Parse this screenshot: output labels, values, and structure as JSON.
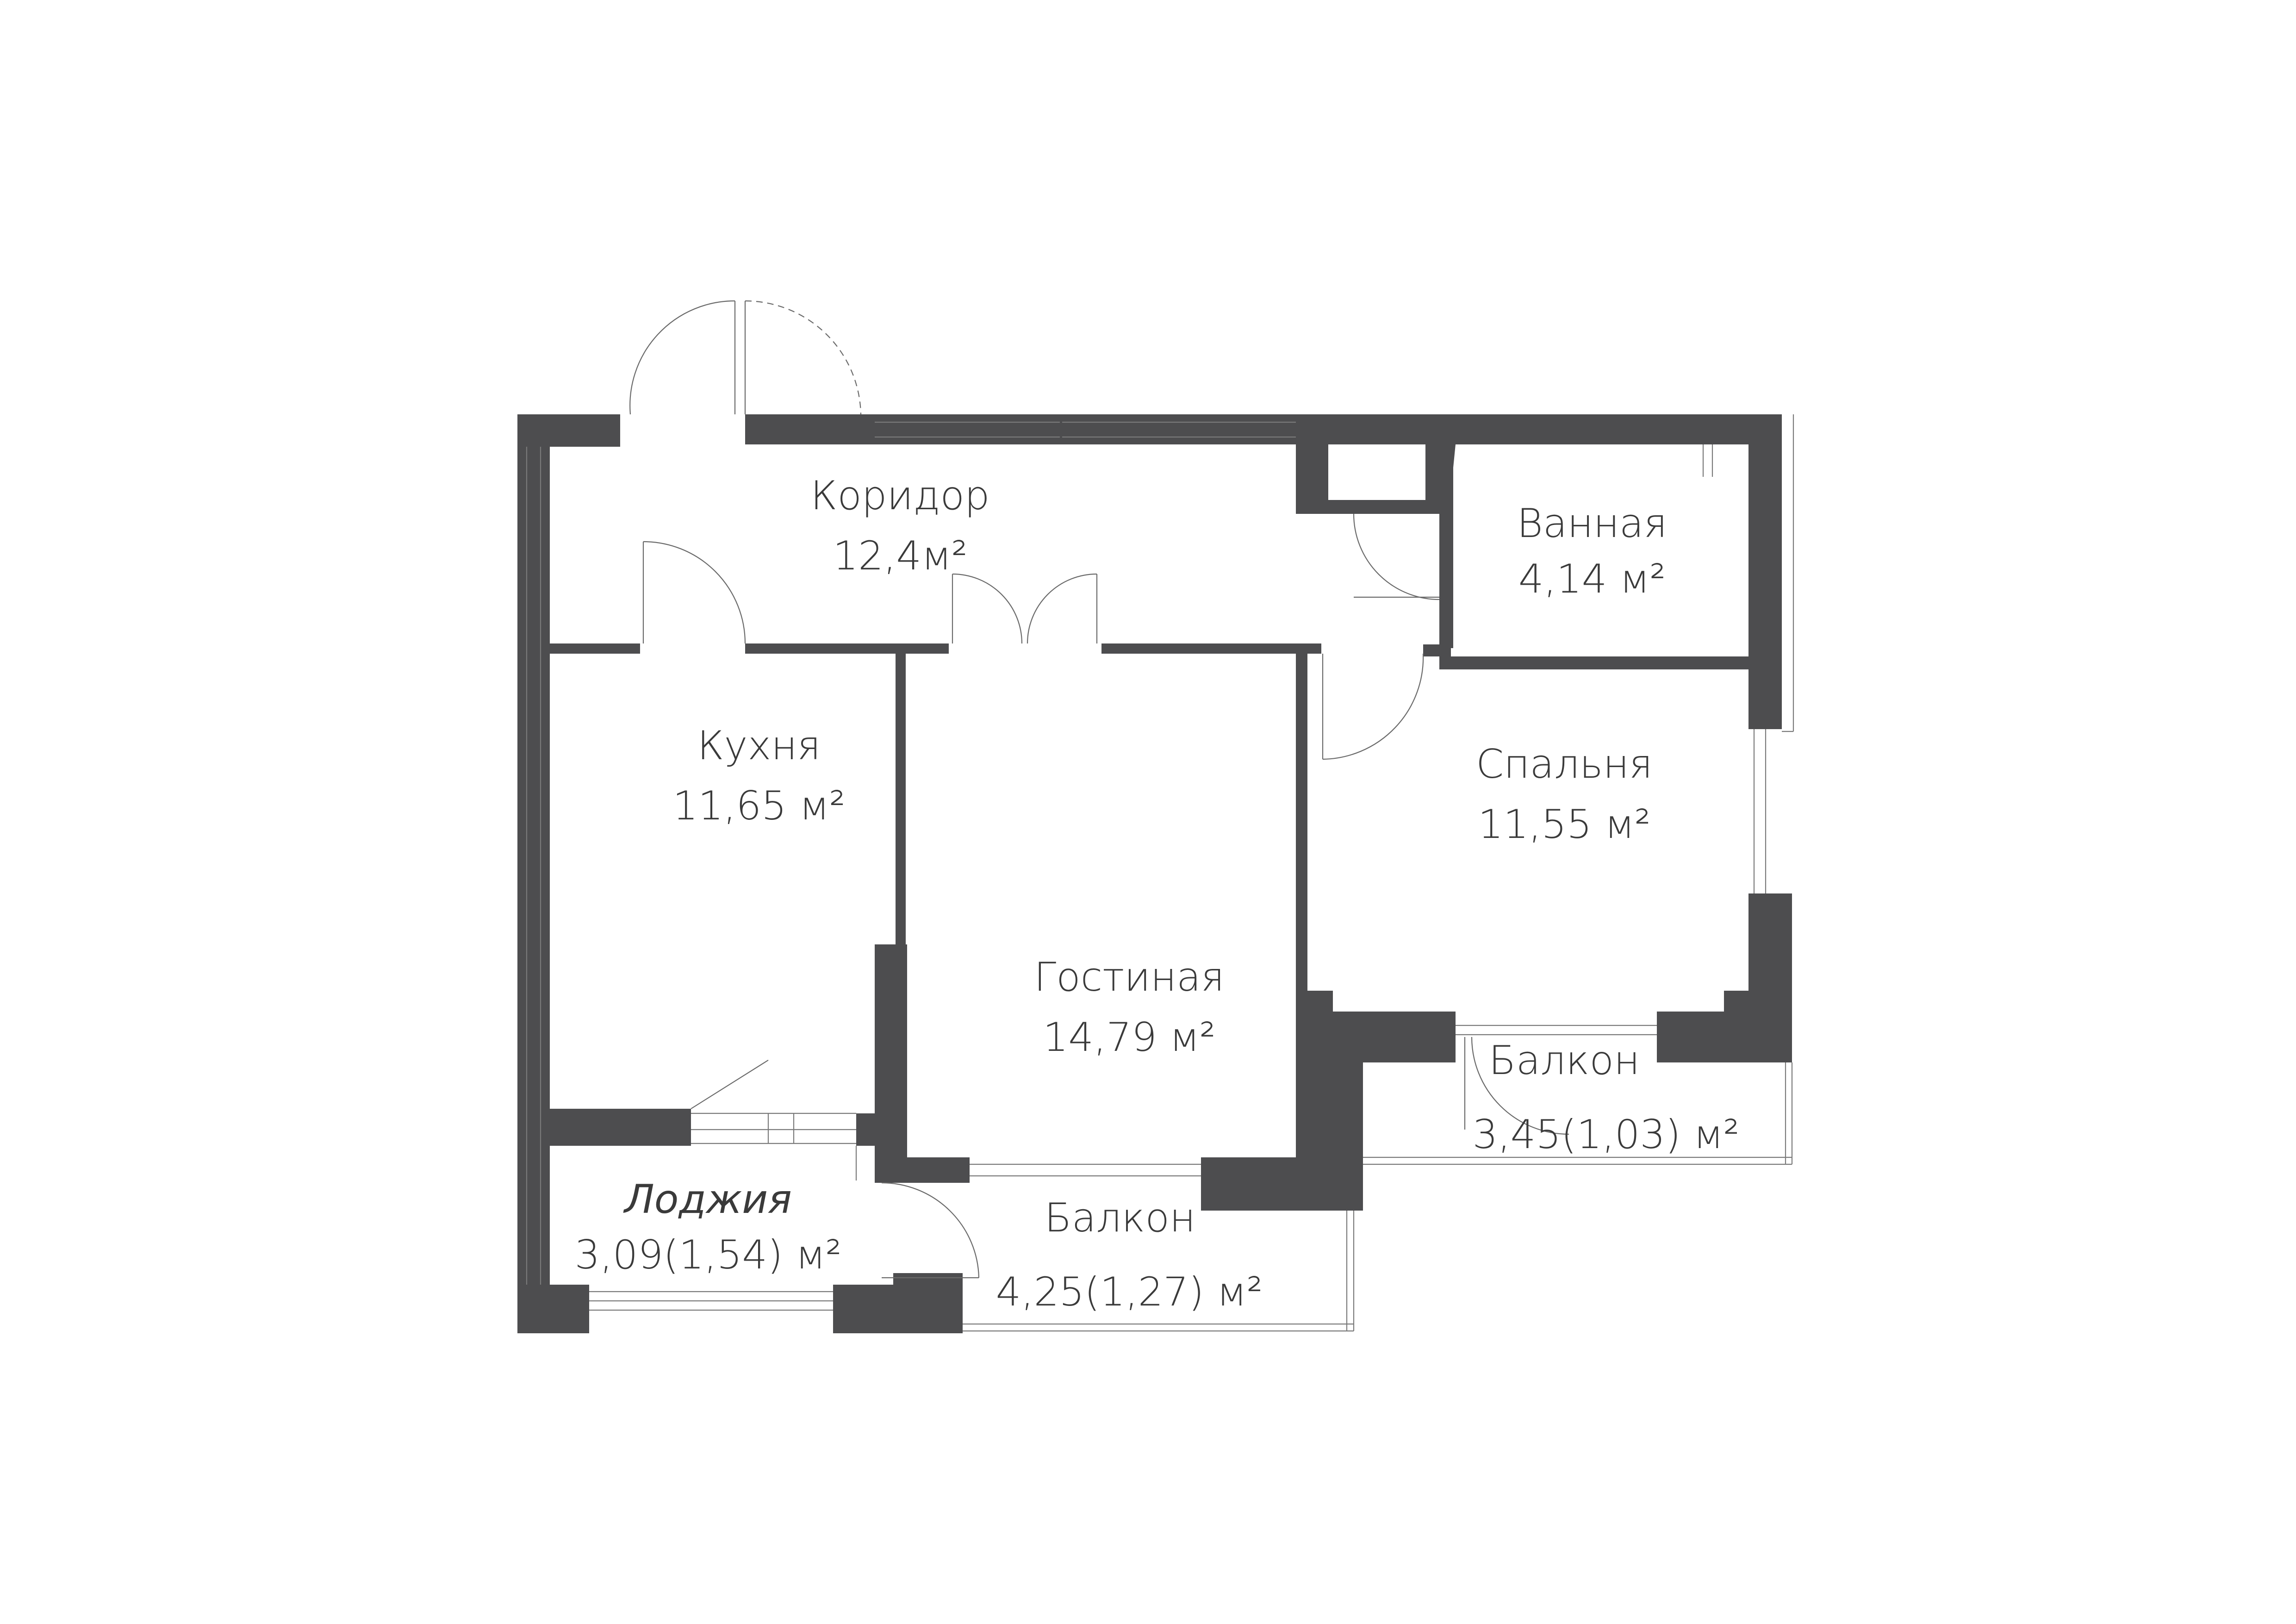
{
  "rooms": {
    "corridor": {
      "name": "Коридор",
      "area": "12,4м²"
    },
    "bathroom": {
      "name": "Ванная",
      "area": "4,14 м²"
    },
    "kitchen": {
      "name": "Кухня",
      "area": "11,65 м²"
    },
    "bedroom": {
      "name": "Спальня",
      "area": "11,55 м²"
    },
    "living": {
      "name": "Гостиная",
      "area": "14,79 м²"
    },
    "loggia": {
      "name": "Лоджия",
      "area": "3,09(1,54) м²"
    },
    "balcony_living": {
      "name": "Балкон",
      "area": "4,25(1,27) м²"
    },
    "balcony_bedroom": {
      "name": "Балкон",
      "area": "3,45(1,03) м²"
    }
  },
  "colors": {
    "wall": "#4d4d4f",
    "text": "#3a3a3a",
    "background": "#ffffff"
  }
}
